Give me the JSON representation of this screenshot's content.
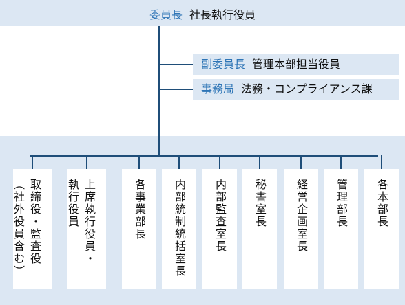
{
  "chair": {
    "role": "委員長",
    "name": "社長執行役員"
  },
  "branches": [
    {
      "role": "副委員長",
      "name": "管理本部担当役員"
    },
    {
      "role": "事務局",
      "name": "法務・コンプライアンス課"
    }
  ],
  "departments": [
    {
      "lines": [
        "取締役・監査役",
        "（社外役員含む）"
      ]
    },
    {
      "lines": [
        "上席執行役員・",
        "執行役員"
      ]
    },
    {
      "lines": [
        "各事業部長"
      ]
    },
    {
      "lines": [
        "内部統制統括室長"
      ]
    },
    {
      "lines": [
        "内部監査室長"
      ]
    },
    {
      "lines": [
        "秘書室長"
      ]
    },
    {
      "lines": [
        "経営企画室長"
      ]
    },
    {
      "lines": [
        "管理部長"
      ]
    },
    {
      "lines": [
        "各本部長"
      ]
    }
  ],
  "colors": {
    "accent": "#2e75b6",
    "line": "#1f4e79",
    "band": "#dce7f3"
  }
}
